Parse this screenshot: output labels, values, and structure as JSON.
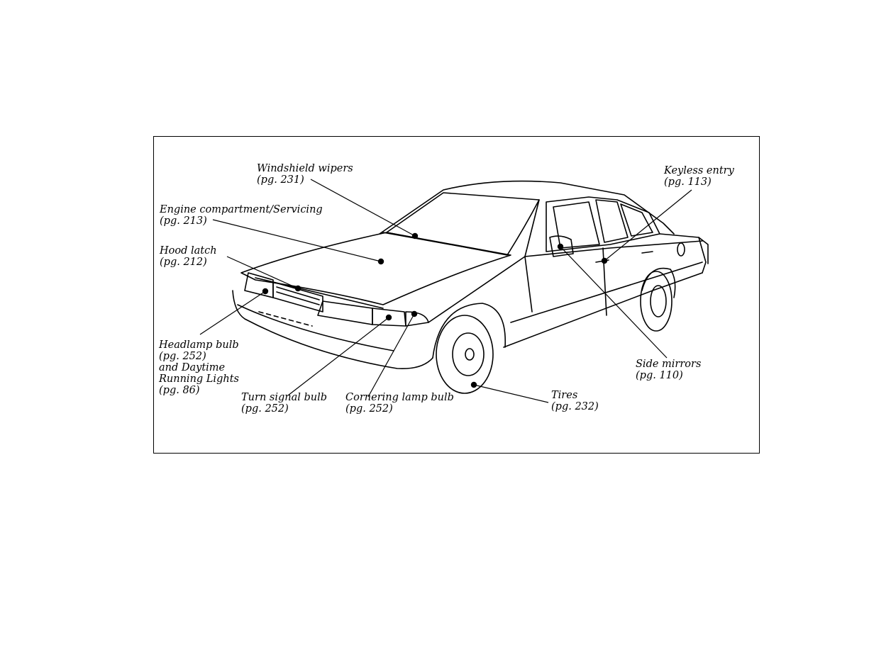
{
  "callouts": {
    "windshield_wipers": {
      "label": "Windshield wipers",
      "page": "(pg. 231)"
    },
    "keyless_entry": {
      "label": "Keyless entry",
      "page": "(pg. 113)"
    },
    "engine_compartment": {
      "label": "Engine compartment/Servicing",
      "page": "(pg. 213)"
    },
    "hood_latch": {
      "label": "Hood latch",
      "page": "(pg. 212)"
    },
    "headlamp_bulb": {
      "label": "Headlamp bulb",
      "page": "(pg. 252)",
      "extra1": "and Daytime",
      "extra2": "Running Lights",
      "extra_page": "(pg. 86)"
    },
    "turn_signal_bulb": {
      "label": "Turn signal bulb",
      "page": "(pg. 252)"
    },
    "cornering_lamp_bulb": {
      "label": "Cornering lamp bulb",
      "page": "(pg. 252)"
    },
    "tires": {
      "label": "Tires",
      "page": "(pg. 232)"
    },
    "side_mirrors": {
      "label": "Side mirrors",
      "page": "(pg. 110)"
    }
  },
  "colors": {
    "ink": "#000000",
    "paper": "#ffffff"
  }
}
